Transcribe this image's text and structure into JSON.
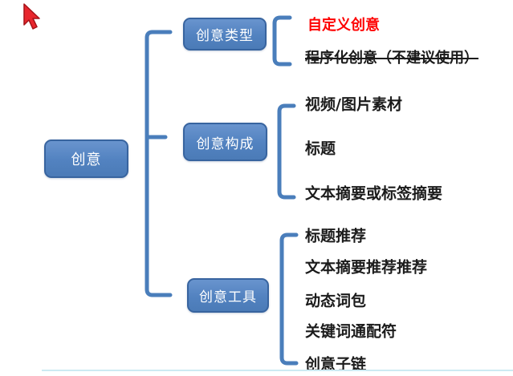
{
  "diagram": {
    "type": "mindmap-tree",
    "background": "#ffffff",
    "colors": {
      "node_fill": "#5282c0",
      "node_border": "#38649f",
      "node_text": "#ffffff",
      "bracket_line": "#4a7ebb",
      "item_text": "#1b1b1b",
      "highlight_text": "#fe0000",
      "bottom_rule": "#cdeaf2",
      "cursor_arrow": "#e8262d"
    },
    "root": {
      "label": "创意"
    },
    "branches": [
      {
        "label": "创意类型",
        "items": [
          {
            "text": "自定义创意",
            "style": "highlight-red-bold"
          },
          {
            "text": "程序化创意（不建议使用）",
            "style": "strikethrough"
          }
        ]
      },
      {
        "label": "创意构成",
        "items": [
          {
            "text": "视频/图片素材"
          },
          {
            "text": "标题"
          },
          {
            "text": "文本摘要或标签摘要"
          }
        ]
      },
      {
        "label": "创意工具",
        "items": [
          {
            "text": "标题推荐"
          },
          {
            "text": "文本摘要推荐推荐"
          },
          {
            "text": "动态词包"
          },
          {
            "text": "关键词通配符"
          },
          {
            "text": "创意子链"
          }
        ]
      }
    ]
  }
}
